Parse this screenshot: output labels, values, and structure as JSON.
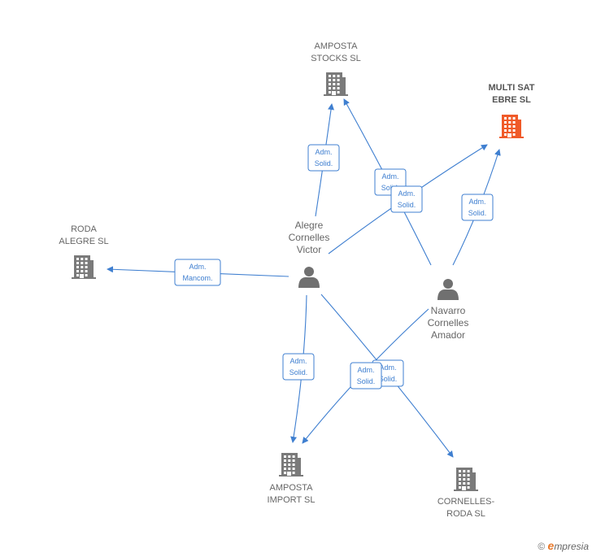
{
  "companies": [
    {
      "id": "amposta-stocks",
      "lines": [
        "AMPOSTA",
        "STOCKS  SL"
      ],
      "highlight": false
    },
    {
      "id": "multi-sat",
      "lines": [
        "MULTI SAT",
        "EBRE  SL"
      ],
      "highlight": true
    },
    {
      "id": "roda-alegre",
      "lines": [
        "RODA",
        "ALEGRE  SL"
      ],
      "highlight": false
    },
    {
      "id": "amposta-import",
      "lines": [
        "AMPOSTA",
        "IMPORT  SL"
      ],
      "highlight": false
    },
    {
      "id": "cornelles-roda",
      "lines": [
        "CORNELLES-",
        "RODA  SL"
      ],
      "highlight": false
    }
  ],
  "people": [
    {
      "id": "alegre",
      "lines": [
        "Alegre",
        "Cornelles",
        "Victor"
      ]
    },
    {
      "id": "navarro",
      "lines": [
        "Navarro",
        "Cornelles",
        "Amador"
      ]
    }
  ],
  "edges": [
    {
      "from": "alegre",
      "to": "amposta-stocks",
      "role": [
        "Adm.",
        "Solid."
      ]
    },
    {
      "from": "navarro",
      "to": "amposta-stocks",
      "role": [
        "Adm.",
        "Solid."
      ]
    },
    {
      "from": "alegre",
      "to": "multi-sat",
      "role": [
        "Adm.",
        "Solid."
      ]
    },
    {
      "from": "navarro",
      "to": "multi-sat",
      "role": [
        "Adm.",
        "Solid."
      ]
    },
    {
      "from": "alegre",
      "to": "roda-alegre",
      "role": [
        "Adm.",
        "Mancom."
      ]
    },
    {
      "from": "alegre",
      "to": "amposta-import",
      "role": [
        "Adm.",
        "Solid."
      ]
    },
    {
      "from": "alegre",
      "to": "cornelles-roda",
      "role": [
        "Adm.",
        "Solid."
      ]
    },
    {
      "from": "navarro",
      "to": "amposta-import",
      "role": [
        "Adm.",
        "Solid."
      ]
    }
  ],
  "colors": {
    "edge": "#3f7fd0",
    "building": "#7a7a7a",
    "highlight": "#f05a28",
    "person": "#707070"
  },
  "footer": {
    "copyright": "©",
    "brand_initial": "e",
    "brand_rest": "mpresia"
  }
}
